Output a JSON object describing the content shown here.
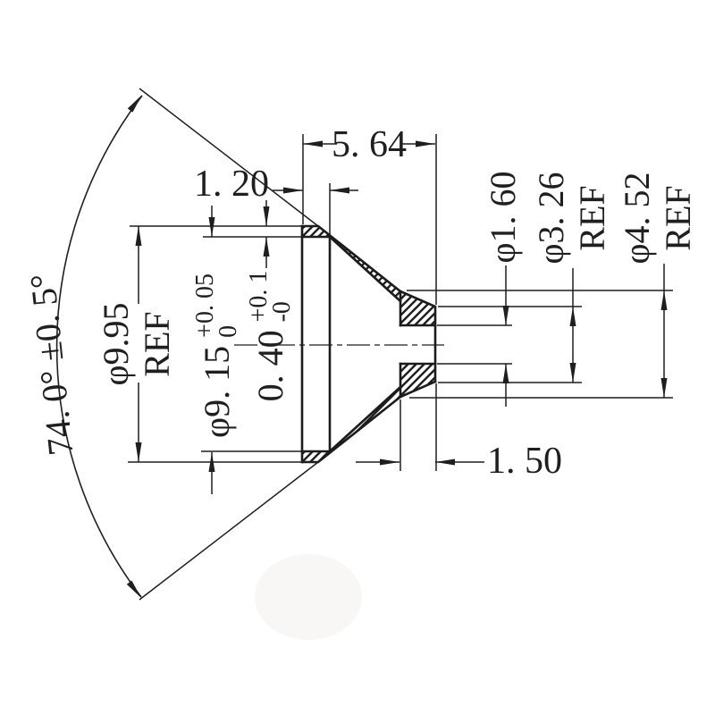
{
  "drawing": {
    "background": "#ffffff",
    "line_color": "#1f1f1f",
    "view": "sectioned cone part",
    "dimensions": {
      "cone_angle": "74. 0°  ±0. 5°",
      "overall_length": "5. 64",
      "bore_depth": "1. 20",
      "tip_length": "1. 50",
      "outer_dia": {
        "value": "φ9.95",
        "suffix": "REF"
      },
      "bore_dia": {
        "value": "φ9. 15",
        "tol_plus": "+0. 05",
        "tol_minus": "0"
      },
      "rim_wall": {
        "value": "0. 40",
        "tol_plus": "+0. 1",
        "tol_minus": "-0"
      },
      "hole_dia": {
        "value": "φ1. 60"
      },
      "mid_dia": {
        "value": "φ3. 26",
        "suffix": "REF"
      },
      "tip_dia": {
        "value": "φ4. 52",
        "suffix": "REF"
      }
    }
  }
}
